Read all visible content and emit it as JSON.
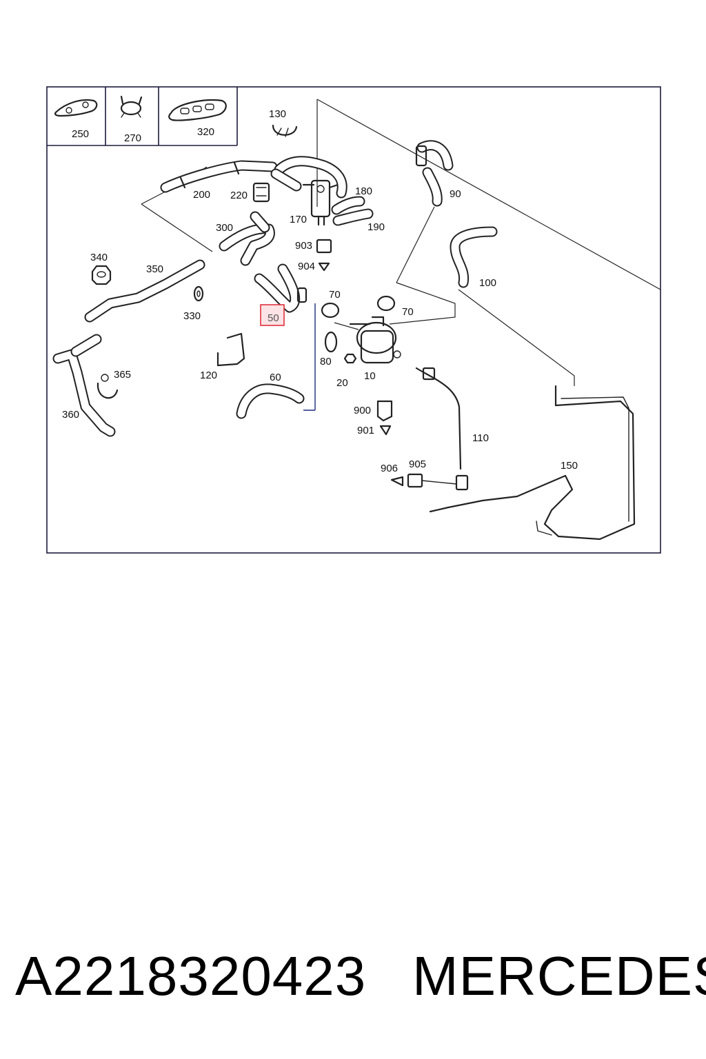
{
  "labels": {
    "l250": "250",
    "l270": "270",
    "l320": "320",
    "l130": "130",
    "l200": "200",
    "l220": "220",
    "l180": "180",
    "l90": "90",
    "l170": "170",
    "l190": "190",
    "l300": "300",
    "l903": "903",
    "l904": "904",
    "l340": "340",
    "l350": "350",
    "l100": "100",
    "l330": "330",
    "l70a": "70",
    "l70b": "70",
    "l50": "50",
    "l80": "80",
    "l20": "20",
    "l10": "10",
    "l120": "120",
    "l60": "60",
    "l365": "365",
    "l360": "360",
    "l900": "900",
    "l901": "901",
    "l110": "110",
    "l906": "906",
    "l905": "905",
    "l150": "150"
  },
  "highlight": {
    "color": "#e0303a"
  },
  "footer": {
    "part_number": "A2218320423",
    "brand": "MERCEDES"
  }
}
